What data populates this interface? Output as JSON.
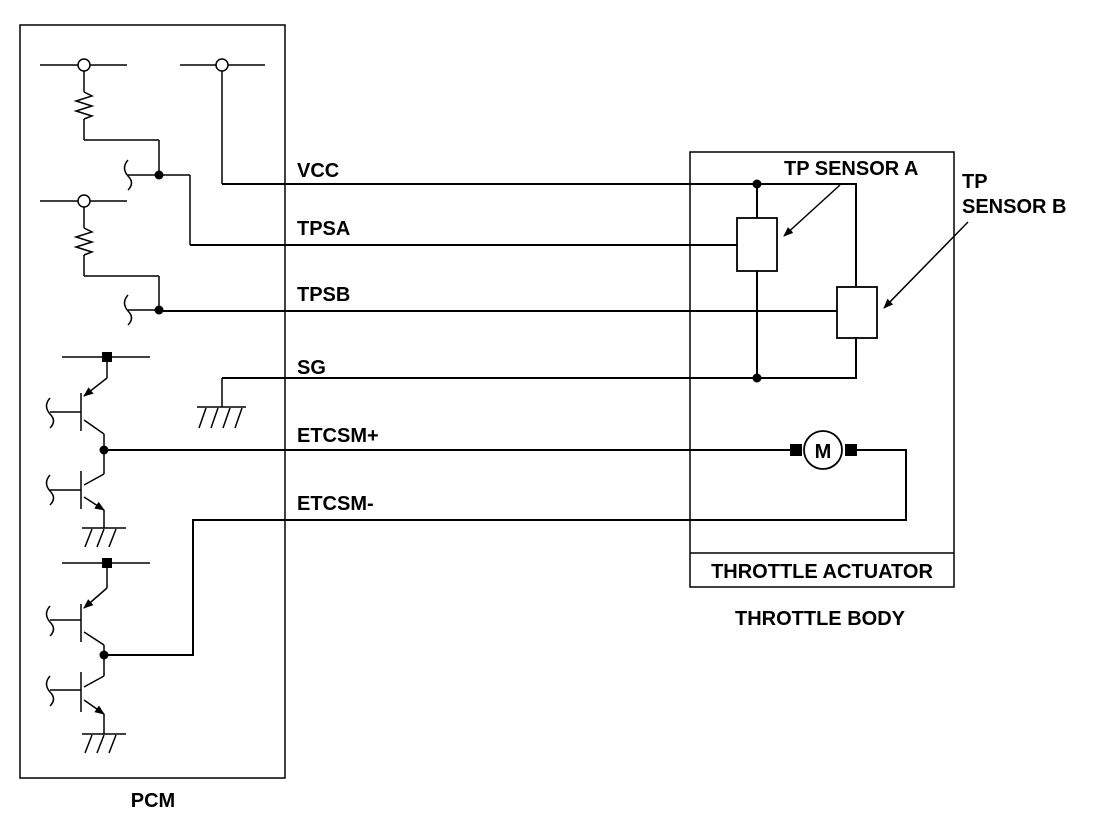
{
  "labels": {
    "pcm": "PCM",
    "throttle_actuator": "THROTTLE ACTUATOR",
    "throttle_body": "THROTTLE BODY",
    "tp_sensor_a": "TP SENSOR A",
    "tp_sensor_b_line1": "TP",
    "tp_sensor_b_line2": "SENSOR B",
    "motor": "M"
  },
  "wires": {
    "vcc": "VCC",
    "tpsa": "TPSA",
    "tpsb": "TPSB",
    "sg": "SG",
    "etcsm_plus": "ETCSM+",
    "etcsm_minus": "ETCSM-"
  }
}
